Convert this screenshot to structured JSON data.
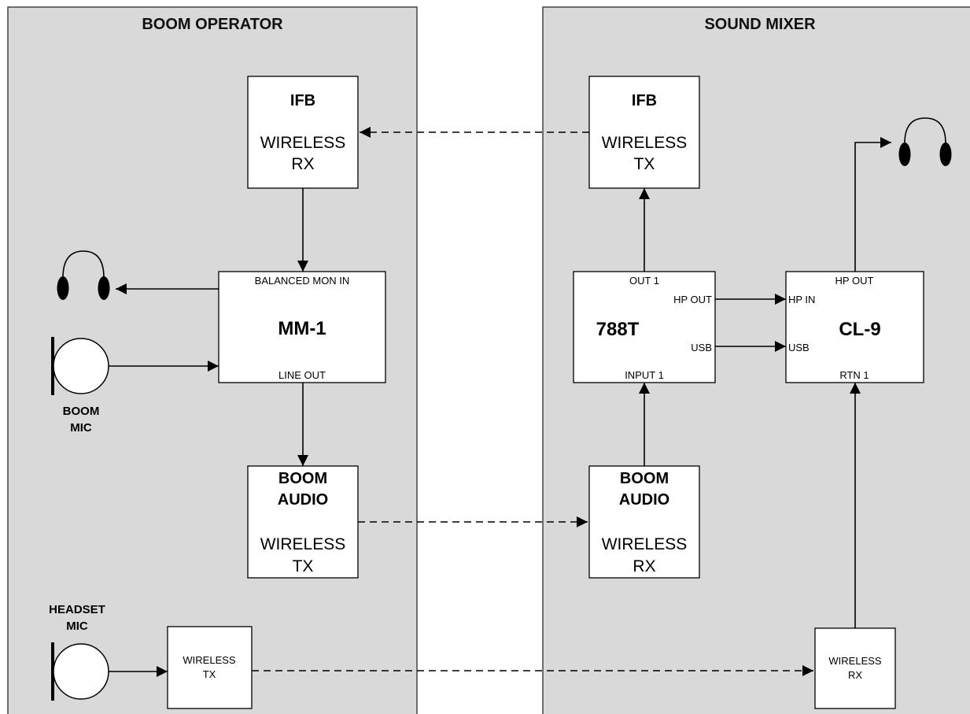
{
  "panels": {
    "boom_operator": "BOOM OPERATOR",
    "sound_mixer": "SOUND MIXER"
  },
  "boom_side": {
    "ifb_rx": {
      "title": "IFB",
      "line1": "WIRELESS",
      "line2": "RX"
    },
    "mm1": {
      "title": "MM-1",
      "port_top": "BALANCED MON IN",
      "port_bottom": "LINE OUT"
    },
    "boom_audio_tx": {
      "line1": "BOOM",
      "line2": "AUDIO",
      "line3": "WIRELESS",
      "line4": "TX"
    },
    "headset_tx": {
      "line1": "WIRELESS",
      "line2": "TX"
    },
    "boom_mic_label": {
      "line1": "BOOM",
      "line2": "MIC"
    },
    "headset_mic_label": {
      "line1": "HEADSET",
      "line2": "MIC"
    }
  },
  "mixer_side": {
    "ifb_tx": {
      "title": "IFB",
      "line1": "WIRELESS",
      "line2": "TX"
    },
    "t788": {
      "title": "788T",
      "port_top": "OUT 1",
      "port_hp": "HP OUT",
      "port_usb": "USB",
      "port_bottom": "INPUT 1"
    },
    "cl9": {
      "title": "CL-9",
      "port_top": "HP OUT",
      "port_hp": "HP IN",
      "port_usb": "USB",
      "port_bottom": "RTN 1"
    },
    "boom_audio_rx": {
      "line1": "BOOM",
      "line2": "AUDIO",
      "line3": "WIRELESS",
      "line4": "RX"
    },
    "headset_rx": {
      "line1": "WIRELESS",
      "line2": "RX"
    }
  },
  "icons": [
    "headphones-icon",
    "microphone-icon"
  ]
}
